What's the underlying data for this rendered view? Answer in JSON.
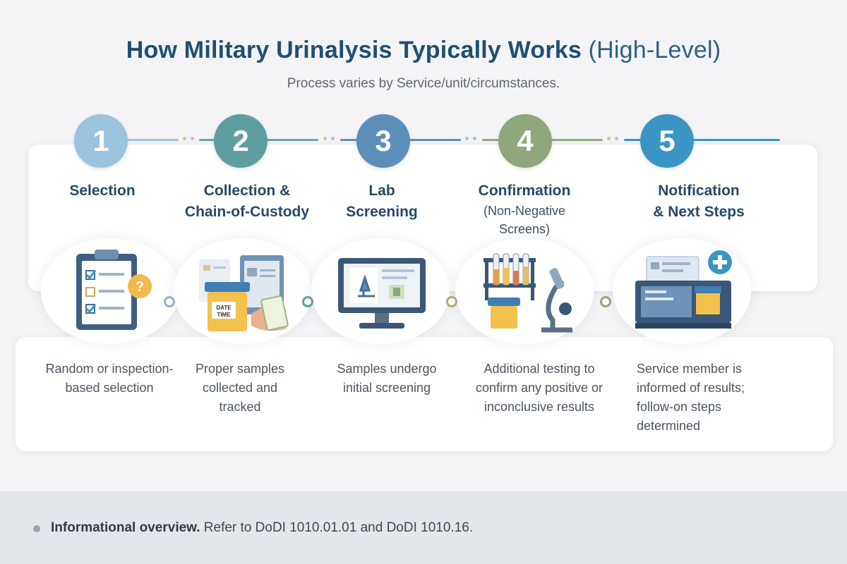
{
  "header": {
    "title": "How Military Urinalysis Typically Works",
    "title_suffix": "(High-Level)",
    "subtitle": "Process varies by Service/unit/circumstances."
  },
  "steps": [
    {
      "number": "1",
      "title_line1": "Selection",
      "title_line2": "",
      "subtitle": "",
      "description": "Random or inspection-based selection",
      "color": "#9cc3de",
      "icon": "clipboard-checklist-icon"
    },
    {
      "number": "2",
      "title_line1": "Collection &",
      "title_line2": "Chain-of-Custody",
      "subtitle": "",
      "description": "Proper samples collected and tracked",
      "color": "#5f9ea0",
      "icon": "specimen-cup-icon"
    },
    {
      "number": "3",
      "title_line1": "Lab",
      "title_line2": "Screening",
      "subtitle": "",
      "description": "Samples undergo initial screening",
      "color": "#5b8fb9",
      "icon": "monitor-microscope-icon"
    },
    {
      "number": "4",
      "title_line1": "Confirmation",
      "title_line2": "",
      "subtitle": "(Non-Negative Screens)",
      "description": "Additional testing to confirm any positive or inconclusive results",
      "color": "#8fa77b",
      "icon": "microscope-test-tubes-icon"
    },
    {
      "number": "5",
      "title_line1": "Notification",
      "title_line2": "& Next Steps",
      "subtitle": "",
      "description": "Service member is informed of results; follow-on steps determined",
      "color": "#3b95c4",
      "icon": "medical-device-cross-icon"
    }
  ],
  "footer": {
    "bold_text": "Informational overview.",
    "text": "Refer to DoDI 1010.01.01 and DoDI 1010.16."
  },
  "illustration_labels": {
    "date_label": "DATE",
    "time_label": "TIME",
    "question_mark": "?"
  }
}
